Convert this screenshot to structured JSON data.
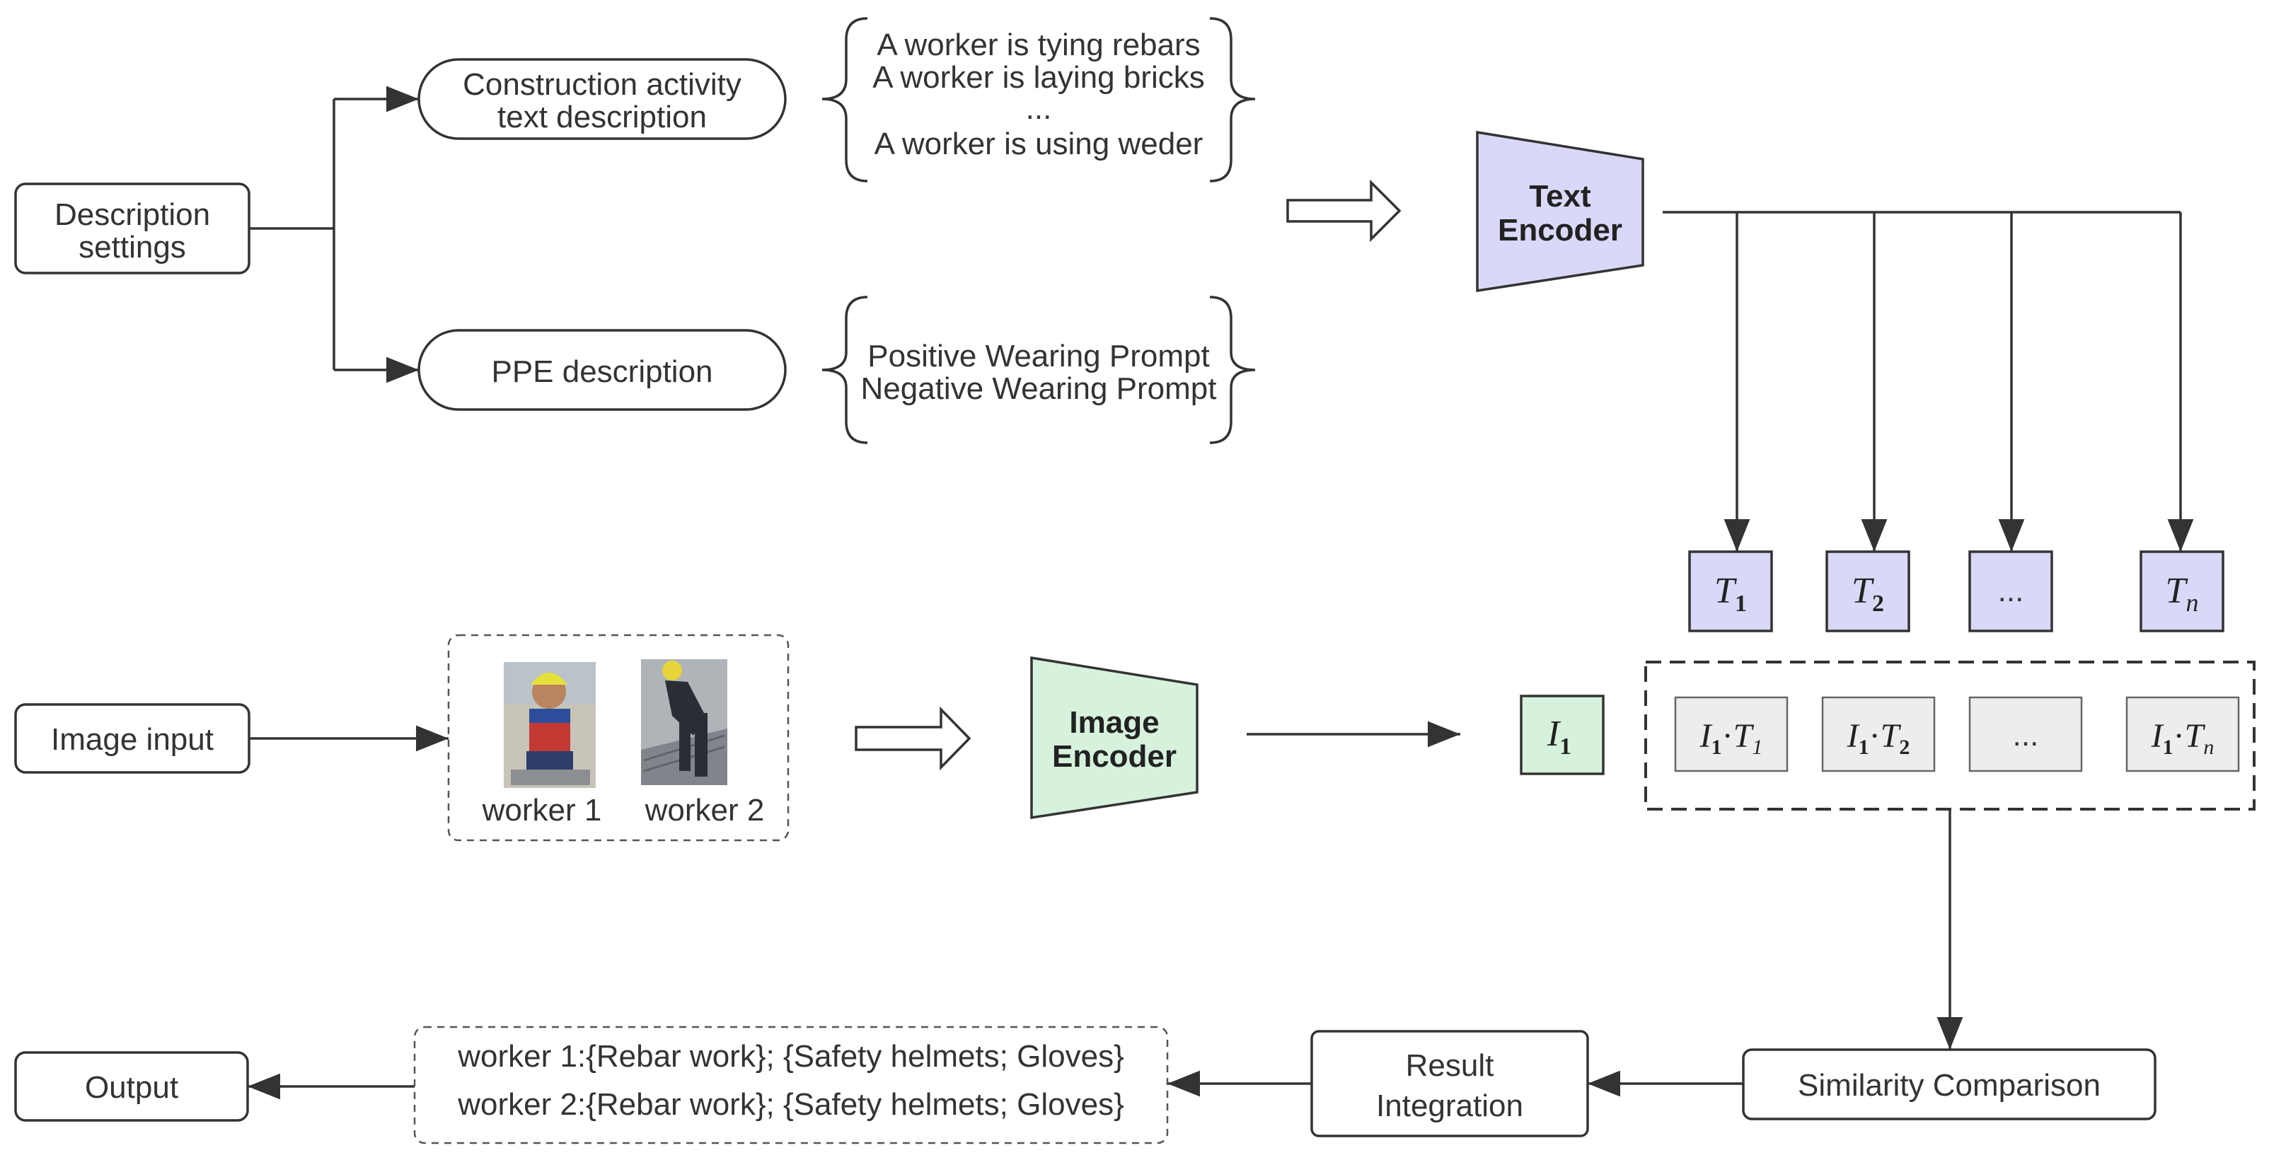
{
  "colors": {
    "text_encoder_fill": "#d9d8f8",
    "image_encoder_fill": "#d6f2dc",
    "product_cell_fill": "#eeedeb",
    "stroke": "#333333"
  },
  "description_settings": {
    "line1": "Description",
    "line2": "settings"
  },
  "activity_box": {
    "line1": "Construction activity",
    "line2": "text description"
  },
  "ppe_box": {
    "label": "PPE description"
  },
  "activity_examples": {
    "line1": "A worker is tying rebars",
    "line2": "A worker is laying bricks",
    "line3": "...",
    "line4": "A worker is using weder"
  },
  "ppe_prompts": {
    "line1": "Positive Wearing Prompt",
    "line2": "Negative Wearing Prompt"
  },
  "text_encoder": {
    "line1": "Text",
    "line2": "Encoder"
  },
  "text_features": {
    "t1": {
      "base": "T",
      "sub": "1"
    },
    "t2": {
      "base": "T",
      "sub": "2"
    },
    "ellipsis": "...",
    "tn": {
      "base": "T",
      "sub": "n"
    }
  },
  "image_input": {
    "label": "Image input"
  },
  "workers": {
    "worker1": "worker 1",
    "worker2": "worker 2",
    "worker1_icon": "worker-photo-icon",
    "worker2_icon": "worker-photo-icon"
  },
  "image_encoder": {
    "line1": "Image",
    "line2": "Encoder"
  },
  "image_feature": {
    "base": "I",
    "sub": "1"
  },
  "products": {
    "p1": {
      "a": "I",
      "a_sub": "1",
      "dot": "·",
      "b": "T",
      "b_sub": "1"
    },
    "p2": {
      "a": "I",
      "a_sub": "1",
      "dot": "·",
      "b": "T",
      "b_sub": "2"
    },
    "ellipsis": "...",
    "pn": {
      "a": "I",
      "a_sub": "1",
      "dot": "·",
      "b": "T",
      "b_sub": "n"
    }
  },
  "similarity": {
    "label": "Similarity Comparison"
  },
  "result_integration": {
    "line1": "Result",
    "line2": "Integration"
  },
  "results": {
    "line1": "worker 1:{Rebar work}; {Safety helmets; Gloves}",
    "line2": "worker 2:{Rebar work}; {Safety helmets; Gloves}"
  },
  "output": {
    "label": "Output"
  }
}
